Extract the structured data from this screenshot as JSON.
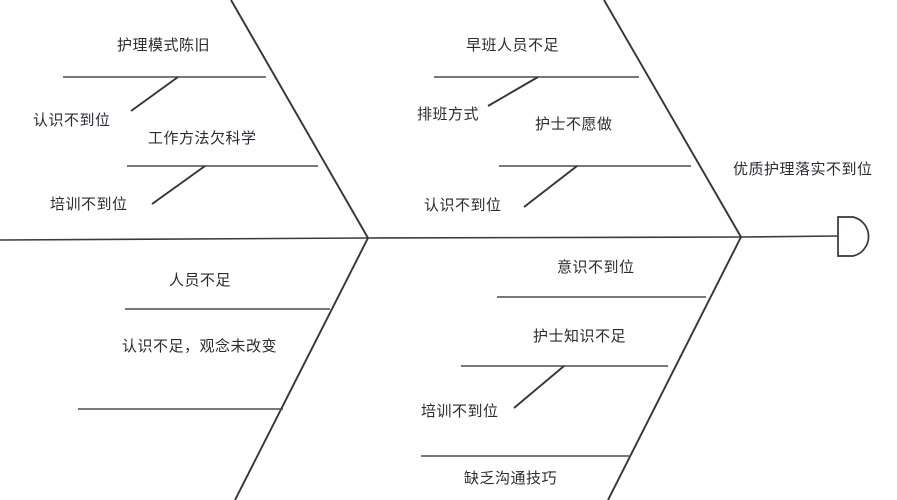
{
  "diagram": {
    "type": "fishbone-cause-and-effect",
    "effect": {
      "label": "优质护理落实不到位"
    },
    "categories": [
      {
        "position": "upper-left",
        "causes": [
          {
            "label": "护理模式陈旧",
            "sub": "认识不到位"
          },
          {
            "label": "工作方法欠科学",
            "sub": "培训不到位"
          }
        ]
      },
      {
        "position": "upper-right",
        "causes": [
          {
            "label": "早班人员不足",
            "sub": "排班方式"
          },
          {
            "label": "护士不愿做",
            "sub": "认识不到位"
          }
        ]
      },
      {
        "position": "lower-left",
        "causes": [
          {
            "label": "人员不足",
            "sub": ""
          },
          {
            "label": "认识不足，观念未改变",
            "sub": ""
          }
        ]
      },
      {
        "position": "lower-right",
        "causes": [
          {
            "label": "意识不到位",
            "sub": ""
          },
          {
            "label": "护士知识不足",
            "sub": "培训不到位"
          },
          {
            "label": "缺乏沟通技巧",
            "sub": ""
          }
        ]
      }
    ],
    "labels": {
      "ul_cause1": "护理模式陈旧",
      "ul_sub1": "认识不到位",
      "ul_cause2": "工作方法欠科学",
      "ul_sub2": "培训不到位",
      "ur_cause1": "早班人员不足",
      "ur_sub1": "排班方式",
      "ur_cause2": "护士不愿做",
      "ur_sub2": "认识不到位",
      "ll_cause1": "人员不足",
      "ll_cause2": "认识不足，观念未改变",
      "lr_cause1": "意识不到位",
      "lr_cause2": "护士知识不足",
      "lr_sub2": "培训不到位",
      "lr_cause3": "缺乏沟通技巧",
      "effect": "优质护理落实不到位"
    },
    "colors": {
      "line": "#34343c",
      "text": "#2b2b33",
      "background": "#ffffff"
    }
  }
}
